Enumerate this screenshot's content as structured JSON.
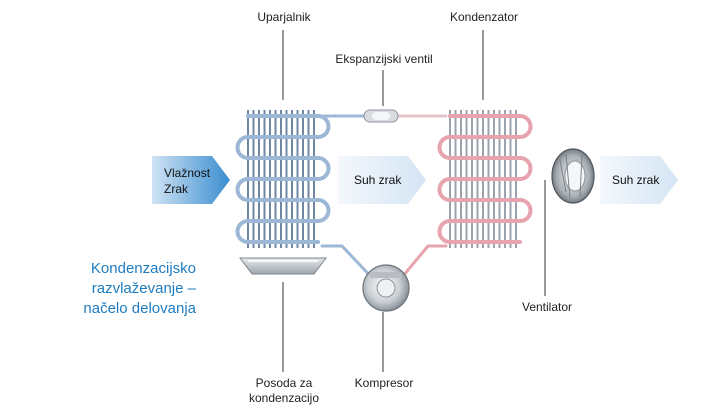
{
  "title": {
    "line1": "Kondenzacijsko razvlaževanje –",
    "line2": "načelo delovanja"
  },
  "labels": {
    "evaporator": "Uparjalnik",
    "condenser": "Kondenzator",
    "expansion_valve": "Ekspanzijski ventil",
    "condensate_tray_line1": "Posoda za",
    "condensate_tray_line2": "kondenzacijo",
    "compressor": "Kompresor",
    "fan": "Ventilator"
  },
  "airflow": {
    "in_line1": "Vlažnost",
    "in_line2": "Zrak",
    "middle": "Suh zrak",
    "out": "Suh zrak"
  },
  "colors": {
    "cold": "#9cb8d6",
    "warm": "#e7a3ae",
    "arrow_in": "#3f90d0",
    "arrow_light": "#dbe9f5",
    "title": "#1f7cc1"
  }
}
